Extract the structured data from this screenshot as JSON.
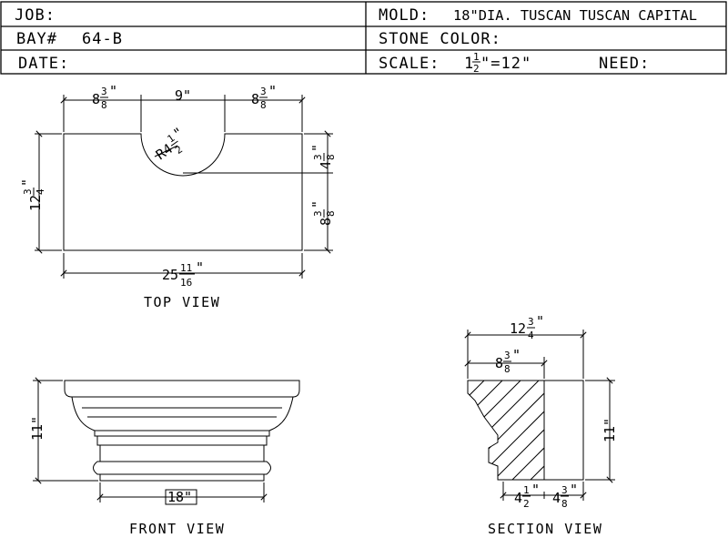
{
  "title_block": {
    "job_label": "JOB:",
    "bay_label": "BAY#",
    "bay_value": "64-B",
    "date_label": "DATE:",
    "mold_label": "MOLD:",
    "mold_value": "18\"DIA. TUSCAN TUSCAN CAPITAL",
    "stone_color_label": "STONE COLOR:",
    "scale_label": "SCALE:",
    "scale_whole": "1",
    "scale_num": "1",
    "scale_den": "2",
    "scale_rest": "\"=12\"",
    "need_label": "NEED:"
  },
  "top_view": {
    "label": "TOP VIEW",
    "dim_left_whole": "8",
    "dim_left_num": "3",
    "dim_left_den": "8",
    "dim_mid": "9\"",
    "dim_right_whole": "8",
    "dim_right_num": "3",
    "dim_right_den": "8",
    "radius_prefix": "R4",
    "radius_num": "1",
    "radius_den": "2",
    "dim_depth_whole": "12",
    "dim_depth_num": "3",
    "dim_depth_den": "4",
    "dim_upper_whole": "4",
    "dim_upper_num": "3",
    "dim_upper_den": "8",
    "dim_lower_whole": "8",
    "dim_lower_num": "3",
    "dim_lower_den": "8",
    "dim_width_whole": "25",
    "dim_width_num": "11",
    "dim_width_den": "16"
  },
  "front_view": {
    "label": "FRONT VIEW",
    "dim_height": "11\"",
    "dim_base": "18\""
  },
  "section_view": {
    "label": "SECTION VIEW",
    "dim_total_whole": "12",
    "dim_total_num": "3",
    "dim_total_den": "4",
    "dim_inner_whole": "8",
    "dim_inner_num": "3",
    "dim_inner_den": "8",
    "dim_height": "11\"",
    "dim_bottom_left_whole": "4",
    "dim_bottom_left_num": "1",
    "dim_bottom_left_den": "2",
    "dim_bottom_right_whole": "4",
    "dim_bottom_right_num": "3",
    "dim_bottom_right_den": "8"
  }
}
